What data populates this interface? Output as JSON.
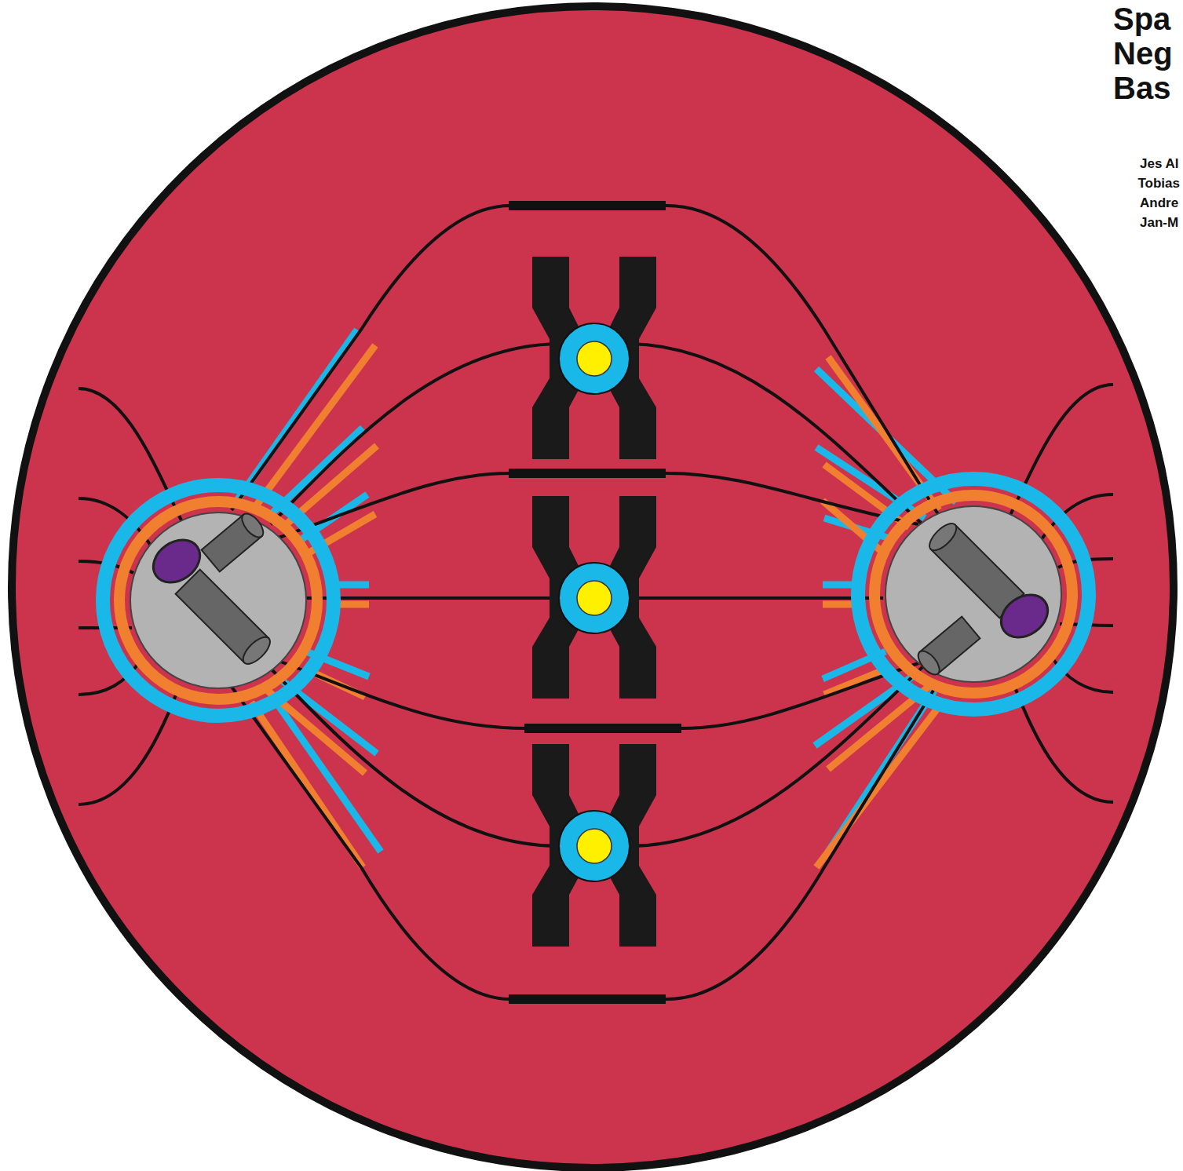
{
  "diagram": {
    "title": "Spa Neg Bas",
    "labels": [
      "Jes Al",
      "Tobias",
      "Andre",
      "Jan-M"
    ]
  }
}
